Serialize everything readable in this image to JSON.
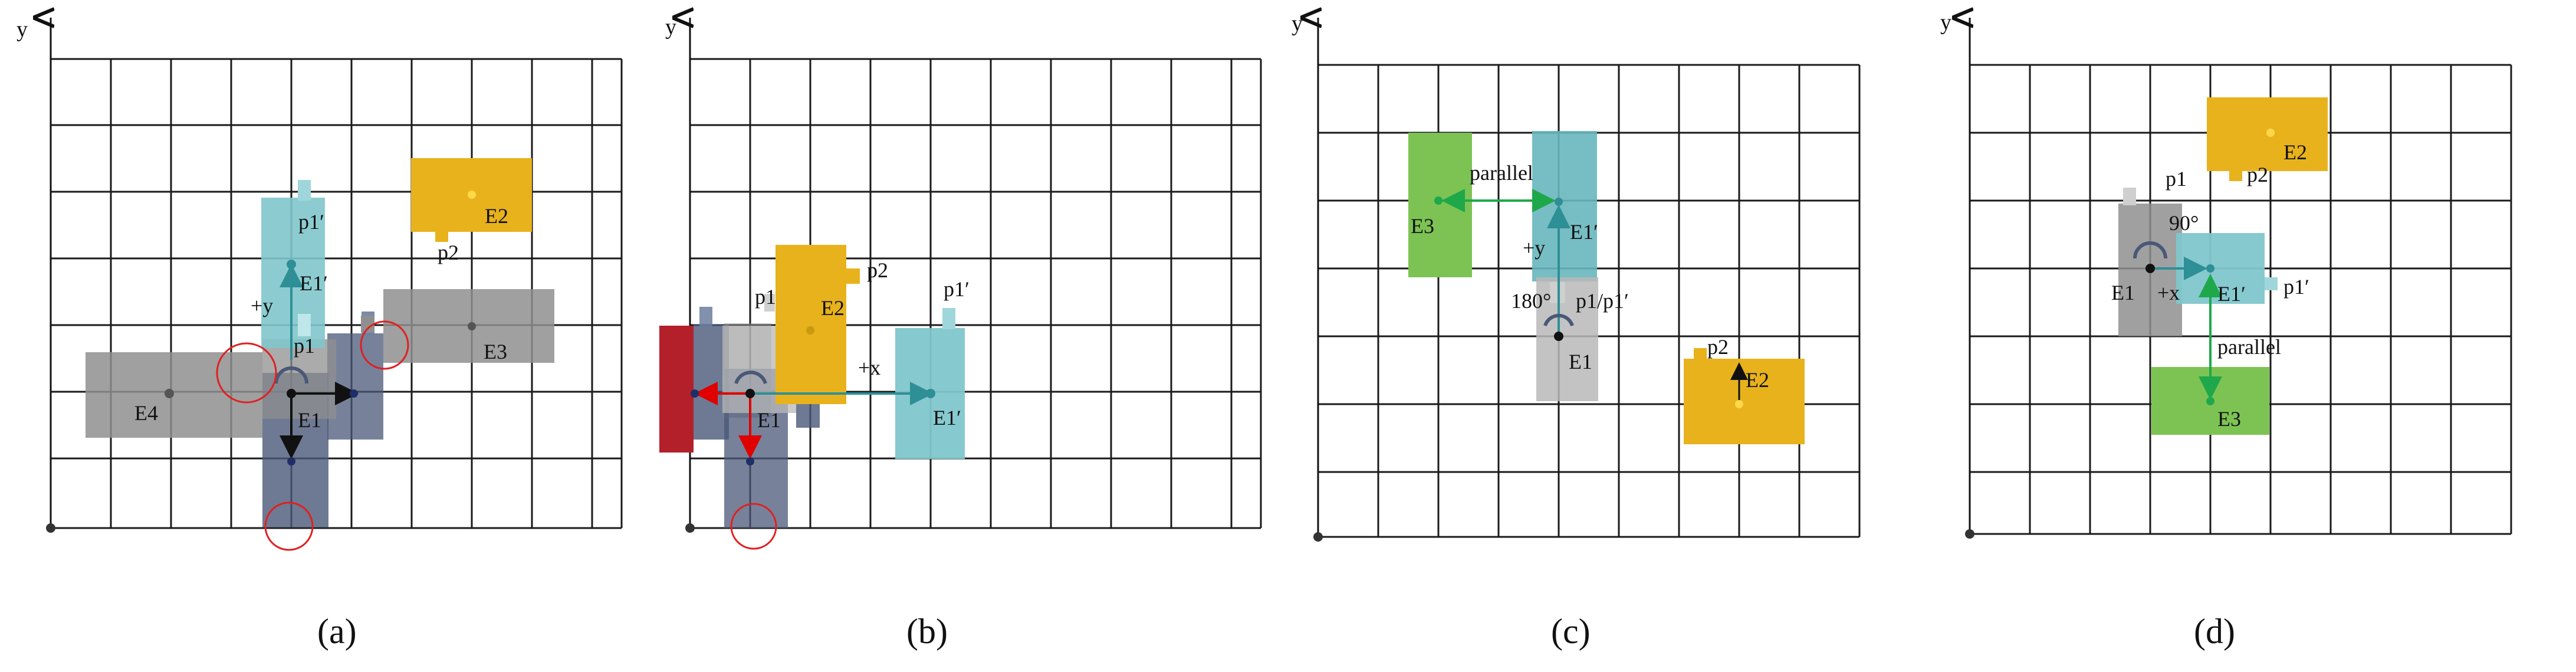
{
  "panels": [
    {
      "id": "a",
      "axis_label": "y",
      "caption": "(a)",
      "labels": {
        "e4": "E4",
        "e1": "E1",
        "e1p": "E1′",
        "e2": "E2",
        "e3": "E3",
        "p1": "p1",
        "p1p": "p1′",
        "p2": "p2",
        "move": "+y"
      }
    },
    {
      "id": "b",
      "axis_label": "y",
      "caption": "(b)",
      "labels": {
        "e1": "E1",
        "e1p": "E1′",
        "e2": "E2",
        "p1": "p1",
        "p1p": "p1′",
        "p2": "p2",
        "move": "+x"
      }
    },
    {
      "id": "c",
      "axis_label": "y",
      "caption": "(c)",
      "labels": {
        "e1": "E1",
        "e1p": "E1′",
        "e2": "E2",
        "e3": "E3",
        "p1p1p": "p1/p1′",
        "p2": "p2",
        "move": "+y",
        "angle": "180°",
        "relation": "parallel"
      }
    },
    {
      "id": "d",
      "axis_label": "y",
      "caption": "(d)",
      "labels": {
        "e1": "E1",
        "e1p": "E1′",
        "e2": "E2",
        "e3": "E3",
        "p1": "p1",
        "p1p": "p1′",
        "p2": "p2",
        "move": "+x",
        "angle": "90°",
        "relation": "parallel"
      }
    }
  ],
  "colors": {
    "grid": "#1a1a1a",
    "gray_block": "#8f8f8f",
    "dark_block": "#4a5878",
    "teal_block": "#7fc6cc",
    "yellow_block": "#e8b21d",
    "green_block": "#7dc354",
    "red_block": "#b3202a",
    "teal_arrow": "#2e8f96",
    "green_arrow": "#1fa84a",
    "red_arrow": "#e00000",
    "circle_marker": "#e02020"
  }
}
